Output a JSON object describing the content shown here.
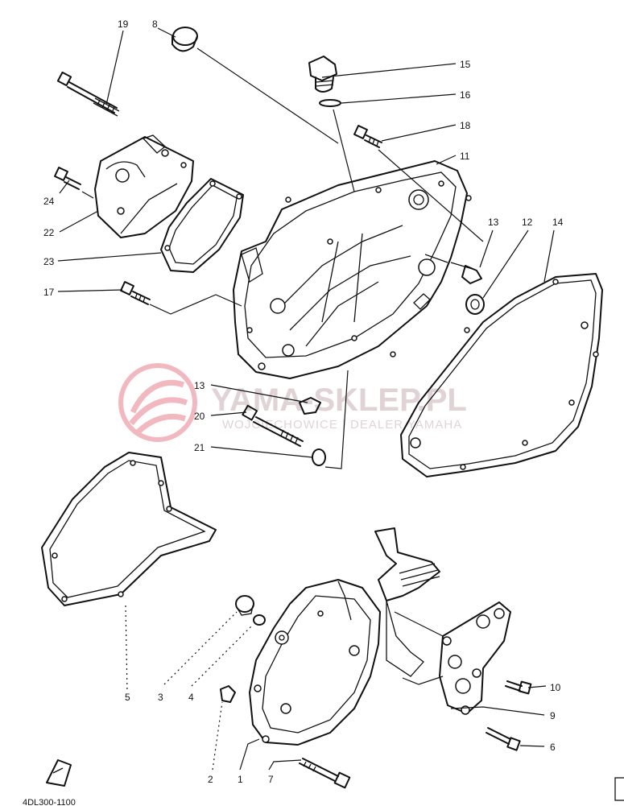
{
  "diagram_code": "4DL300-1100",
  "watermark": {
    "title": "YAMA-SKLEP.PL",
    "subtitle": "WOJCIECHOWICE | DEALER YAMAHA",
    "logo_color": "#e8a0a8",
    "text_color": "#e0d3d6"
  },
  "callouts": [
    {
      "id": "19",
      "label": "19"
    },
    {
      "id": "8",
      "label": "8"
    },
    {
      "id": "15",
      "label": "15"
    },
    {
      "id": "16",
      "label": "16"
    },
    {
      "id": "18",
      "label": "18"
    },
    {
      "id": "11",
      "label": "11"
    },
    {
      "id": "24",
      "label": "24"
    },
    {
      "id": "22",
      "label": "22"
    },
    {
      "id": "23",
      "label": "23"
    },
    {
      "id": "13a",
      "label": "13"
    },
    {
      "id": "12",
      "label": "12"
    },
    {
      "id": "14",
      "label": "14"
    },
    {
      "id": "17",
      "label": "17"
    },
    {
      "id": "13b",
      "label": "13"
    },
    {
      "id": "20",
      "label": "20"
    },
    {
      "id": "21",
      "label": "21"
    },
    {
      "id": "5",
      "label": "5"
    },
    {
      "id": "3",
      "label": "3"
    },
    {
      "id": "4",
      "label": "4"
    },
    {
      "id": "10",
      "label": "10"
    },
    {
      "id": "9",
      "label": "9"
    },
    {
      "id": "6",
      "label": "6"
    },
    {
      "id": "2",
      "label": "2"
    },
    {
      "id": "1",
      "label": "1"
    },
    {
      "id": "7",
      "label": "7"
    }
  ]
}
